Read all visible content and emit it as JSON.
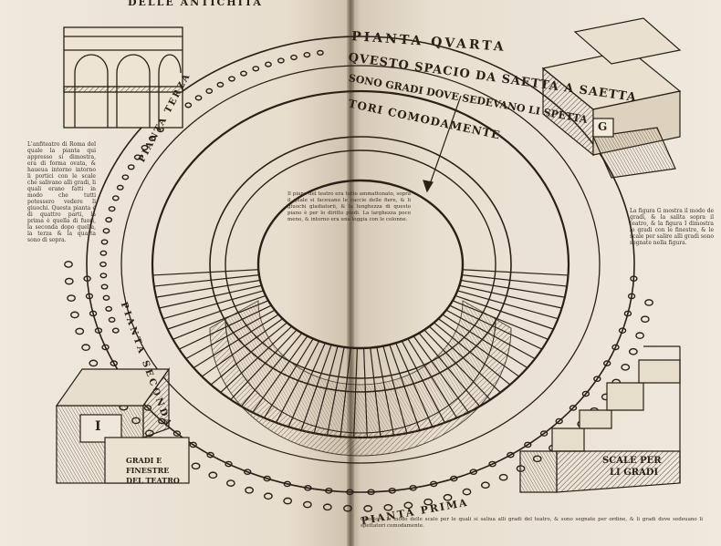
{
  "running_head": "DELLE ANTICHITÀ",
  "plate_labels": {
    "pianta_quarta": "PIANTA QVARTA",
    "pianta_terza": "PIANTA TERZA",
    "pianta_seconda": "PIANTA SECONDA",
    "pianta_prima": "PIANTA PRIMA",
    "center_inscription_lines": [
      "QVESTO SPACIO DA SAETTA A SAETTA",
      "SONO GRADI DOVE SEDEVANO LI SPETTA",
      "TORI COMODAMENTE"
    ],
    "gradi_label_lines": [
      "GRADI E",
      "FINESTRE",
      "DEL TEATRO"
    ],
    "scale_label_lines": [
      "SCALE PER",
      "LI GRADI"
    ],
    "block_letter_i": "I",
    "block_letter_g": "G"
  },
  "left_column_text": "L'anfiteatro di Roma del quale la pianta qui appresso si dimostra, era di forma ovata, & haueua intorno intorno li portici con le scale che salivano alli gradi, li quali erano fatti in modo che tutti potessero vedere li giuochi. Questa pianta è di quattro parti, la prima è quella di fuori, la seconda dopo quella, la terza & la quarta sono di sopra.",
  "center_text": "Il piano del teatro era tutto ammattonato, sopra il quale si faceuano le caccie delle fiere, & li giuochi gladiatorii, & la lunghezza di questo piano è per lo diritto piedi. La larghezza poco meno, & intorno era una loggia con le colonne.",
  "right_column_text": "La figura G mostra il modo de gradi, & la salita sopra il teatro, & la figura I dimostra lo gradi con le finestre, & le scale per salire alli gradi sono segnate nella figura.",
  "bottom_caption": "Questo è lo modo delle scale per le quali si saliua alli gradi del teatro, & sono segnate per ordine, & li gradi dove sedeuano li spettatori comodamente."
}
